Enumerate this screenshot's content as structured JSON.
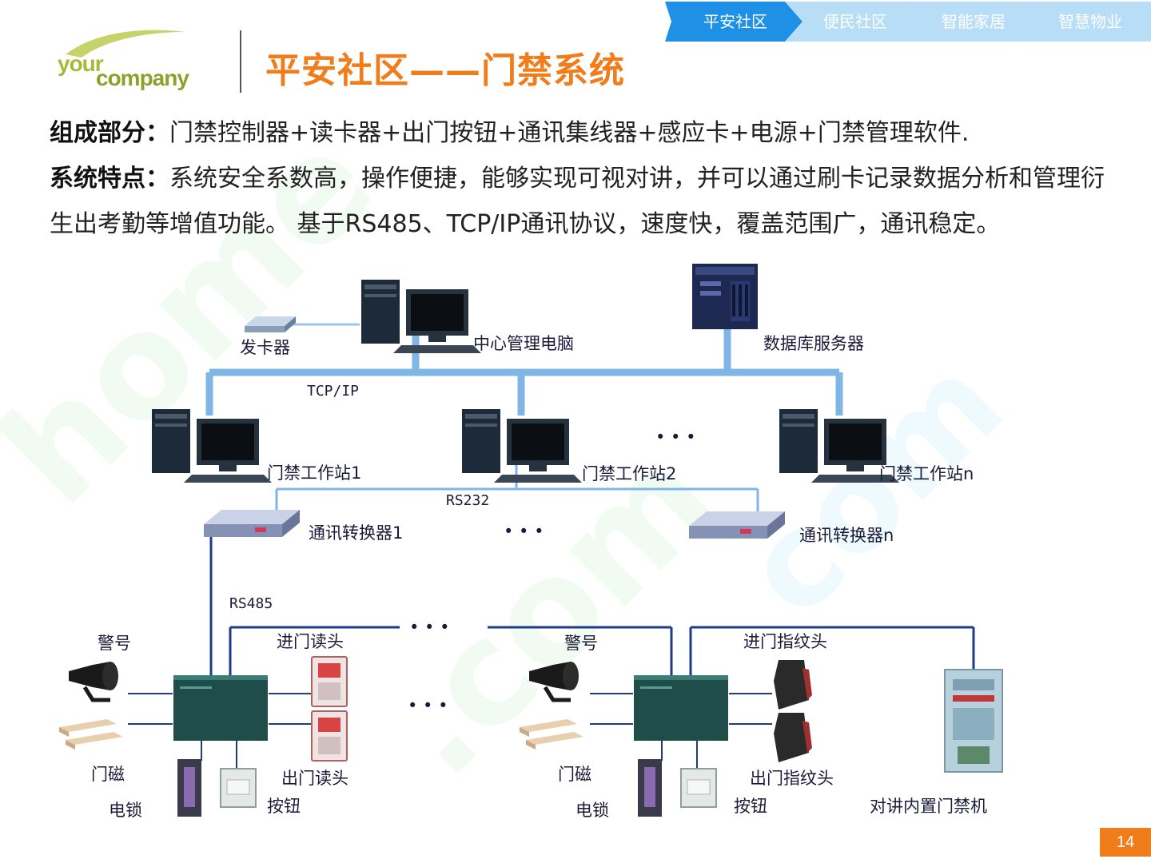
{
  "logo": {
    "line1": "your",
    "line2": "company"
  },
  "title": "平安社区——门禁系统",
  "nav": {
    "tabs": [
      {
        "label": "平安社区",
        "active": true
      },
      {
        "label": "便民社区",
        "active": false
      },
      {
        "label": "智能家居",
        "active": false
      },
      {
        "label": "智慧物业",
        "active": false
      }
    ]
  },
  "body": {
    "components_label": "组成部分：",
    "components_text": "门禁控制器+读卡器+出门按钮+通讯集线器+感应卡+电源+门禁管理软件.",
    "features_label": "系统特点：",
    "features_text": "系统安全系数高，操作便捷，能够实现可视对讲，并可以通过刷卡记录数据分析和管理衍生出考勤等增值功能。 基于RS485、TCP/IP通讯协议，速度快，覆盖范围广，通讯稳定。"
  },
  "diagram": {
    "card_issuer": "发卡器",
    "center_pc": "中心管理电脑",
    "db_server": "数据库服务器",
    "tcpip": "TCP/IP",
    "ws1": "门禁工作站1",
    "ws2": "门禁工作站2",
    "wsn": "门禁工作站n",
    "rs232": "RS232",
    "conv1": "通讯转换器1",
    "convn": "通讯转换器n",
    "rs485": "RS485",
    "alarm_left": "警号",
    "alarm_right": "警号",
    "entry_reader": "进门读头",
    "entry_fingerprint": "进门指纹头",
    "magnet_left": "门磁",
    "magnet_right": "门磁",
    "lock_left": "电锁",
    "lock_right": "电锁",
    "exit_reader": "出门读头",
    "exit_fingerprint": "出门指纹头",
    "button_left": "按钮",
    "button_right": "按钮",
    "intercom": "对讲内置门禁机",
    "dots": "• • •"
  },
  "colors": {
    "accent": "#f07c1a",
    "nav_active": "#1e90e6",
    "nav_inactive": "#b7ddf7",
    "bus": "#7fb6e6"
  },
  "page_number": "14"
}
